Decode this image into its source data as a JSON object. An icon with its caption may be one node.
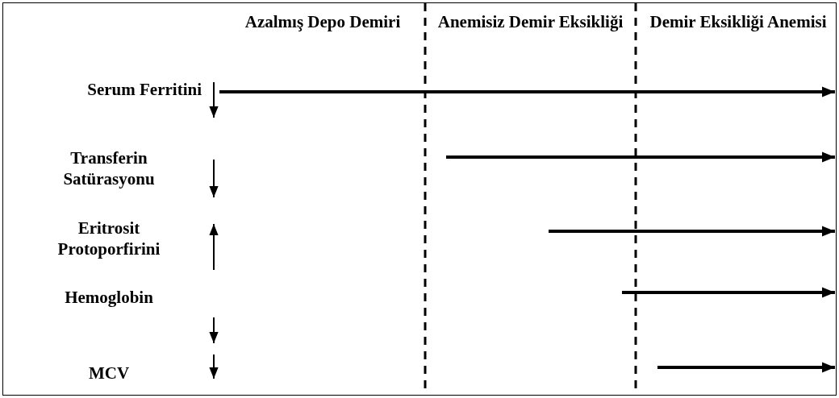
{
  "diagram": {
    "nodes": [
      {
        "text": [
          "Azalmış Depo Demiri"
        ]
      },
      {
        "text": [
          "Anemisiz Demir Eksikliği"
        ]
      },
      {
        "text": [
          "Demir Eksikliği Anemisi"
        ]
      },
      {
        "text": [
          "Serum Ferritini"
        ]
      },
      {
        "text": [
          "Transferin Satürasyonu"
        ]
      },
      {
        "text": [
          "Eritrosit Protoporfirini"
        ]
      },
      {
        "text": [
          "Hemoglobin"
        ]
      },
      {
        "text": [
          "MCV"
        ]
      }
    ]
  }
}
